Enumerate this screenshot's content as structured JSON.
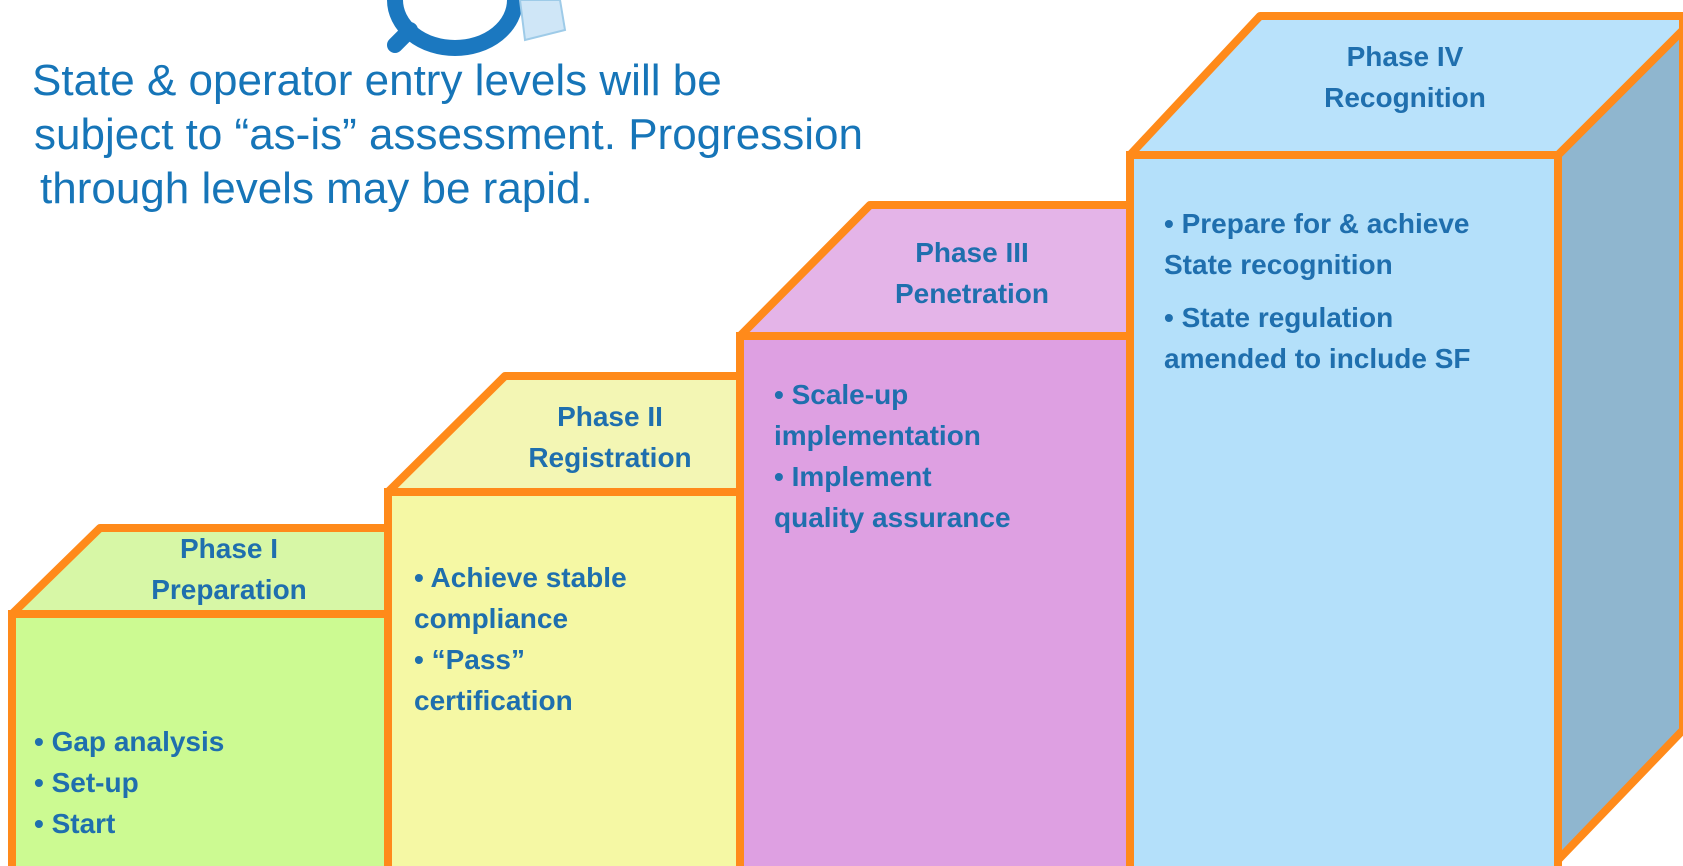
{
  "intro": {
    "lines": [
      "State & operator entry levels will be",
      "subject to “as-is” assessment. Progression",
      "through levels may be rapid."
    ]
  },
  "colors": {
    "outline": "#ff8a1a",
    "text": "#1f6fae",
    "intro_text": "#1675b8",
    "logo": "#1b78c0"
  },
  "phases": [
    {
      "title_1": "Phase I",
      "title_2": "Preparation",
      "items": [
        "• Gap analysis",
        "• Set-up",
        "• Start"
      ],
      "front_color": "#ccfa92",
      "top_color": "#d7f7a6"
    },
    {
      "title_1": "Phase II",
      "title_2": "Registration",
      "items": [
        "• Achieve stable",
        "compliance",
        "• “Pass”",
        "certification"
      ],
      "front_color": "#f5f8a4",
      "top_color": "#f3f6b4"
    },
    {
      "title_1": "Phase III",
      "title_2": "Penetration",
      "items": [
        "• Scale-up",
        "implementation",
        "• Implement",
        "quality assurance"
      ],
      "front_color": "#dea0e2",
      "top_color": "#e4b4e8"
    },
    {
      "title_1": "Phase IV",
      "title_2": "Recognition",
      "items": [
        "• Prepare for & achieve",
        "State recognition",
        "• State regulation",
        "amended to include SF"
      ],
      "front_color": "#b4e0fa",
      "top_color": "#b9e2fb",
      "side_color": "#8fb6cf"
    }
  ]
}
